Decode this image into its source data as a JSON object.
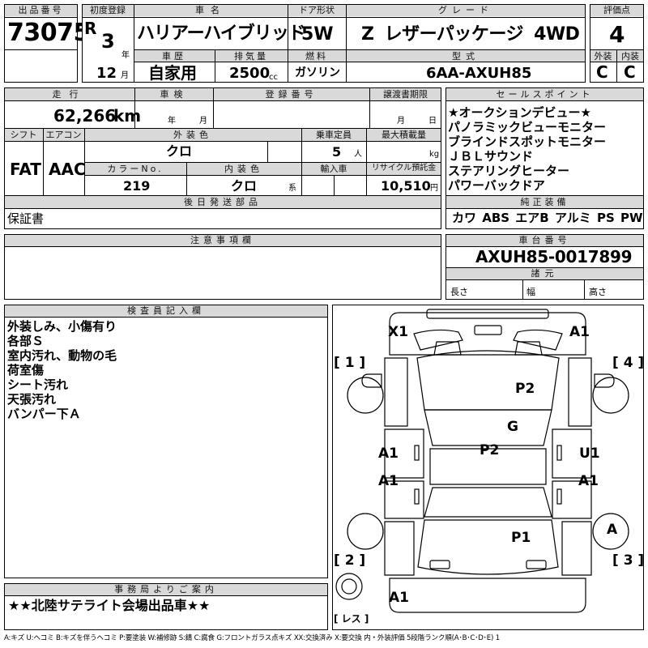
{
  "labels": {
    "lot_no": "出品番号",
    "first_reg": "初度登録",
    "car_name": "車名",
    "door": "ドア形状",
    "grade": "グレード",
    "score": "評価点",
    "history": "車歴",
    "displacement": "排気量",
    "fuel": "燃料",
    "model_code": "型式",
    "exterior": "外装",
    "interior": "内装",
    "year_unit": "年",
    "month_unit": "月",
    "cc_unit": "cc",
    "mileage": "走行",
    "inspection": "車検",
    "reg_no": "登録番号",
    "transfer_deadline": "譲渡書期限",
    "year": "年",
    "month": "月",
    "shift": "シフト",
    "aircon": "エアコン",
    "ext_color": "外装色",
    "capacity": "乗車定員",
    "max_load": "最大積載量",
    "person_unit": "人",
    "kg_unit": "kg",
    "color_no": "カラーNo.",
    "int_color": "内装色",
    "int_color_unit": "系",
    "import": "輸入車",
    "recycle": "リサイクル預託金",
    "yen_unit": "円",
    "later_parts": "後日発送部品",
    "sales_points": "セールスポイント",
    "genuine_equipment": "純正装備",
    "notes": "注意事項欄",
    "chassis_no": "車台番号",
    "specs": "諸元",
    "length": "長さ",
    "width": "幅",
    "height": "高さ",
    "inspector": "検査員記入欄",
    "office": "事務局よりご案内"
  },
  "vehicle": {
    "lot_no": "73075",
    "era": "R",
    "year": "3",
    "month": "12",
    "car_name": "ハリアーハイブリッド",
    "door": "5W",
    "grade": "Z レザーパッケージ 4WD",
    "score": "4",
    "history": "自家用",
    "displacement": "2500",
    "fuel": "ガソリン",
    "model_code": "6AA-AXUH85",
    "exterior_score": "C",
    "interior_score": "C",
    "mileage": "62,266",
    "mileage_unit": "km",
    "shift": "FAT",
    "aircon": "AAC",
    "ext_color": "クロ",
    "capacity": "5",
    "color_no": "219",
    "int_color": "クロ",
    "recycle_fee": "10,510",
    "later_parts": "保証書",
    "chassis_no": "AXUH85-0017899"
  },
  "sales_points": [
    "★オークションデビュー★",
    "パノラミックビューモニター",
    "ブラインドスポットモニター",
    "ＪＢＬサウンド",
    "ステアリングヒーター",
    "パワーバックドア"
  ],
  "equipment": "カワ ABS エアB アルミ PS PW",
  "inspector_notes": [
    "外装しみ、小傷有り",
    "各部Ｓ",
    "室内汚れ、動物の毛",
    "荷室傷",
    "シート汚れ",
    "天張汚れ",
    "バンパー下Ａ"
  ],
  "office_note": "★★北陸サテライト会場出品車★★",
  "legend": "A:キズ U:ヘコミ B:キズを伴うヘコミ P:要塗装 W:補修跡 S:錆 C:腐食 G:フロントガラス点キズ XX:交換済み X:要交換 内・外装評価 5段階ランク順(A･B･C･D･E) 1",
  "diagram": {
    "corner_1": "[ 1 ]",
    "corner_2": "[ 2 ]",
    "corner_3": "[ 3 ]",
    "corner_4": "[ 4 ]",
    "res": "[ レス ]",
    "marks": {
      "front_bumper_left": "X1",
      "front_bumper_right": "A1",
      "hood": "P2",
      "windshield": "G",
      "roof": "P2",
      "left_front_door": "A1",
      "right_front_door": "U1",
      "left_rear_door": "A1",
      "right_rear_door": "A1",
      "trunk": "P1",
      "right_rear_wheel": "A",
      "rear_bumper": "A1"
    }
  }
}
